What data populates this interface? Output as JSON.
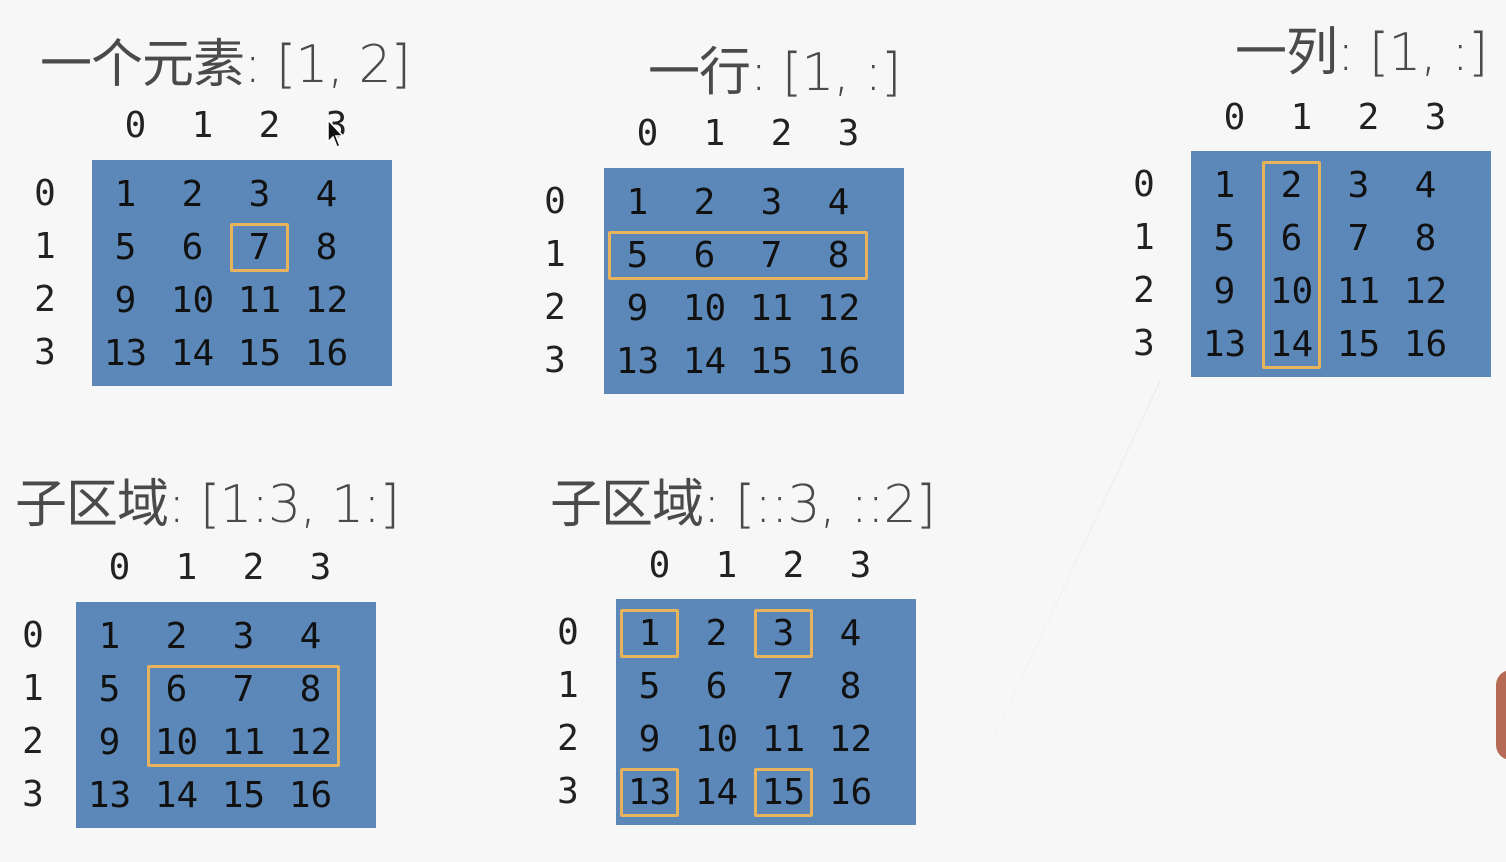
{
  "col_labels": [
    "0",
    "1",
    "2",
    "3"
  ],
  "row_labels": [
    "0",
    "1",
    "2",
    "3"
  ],
  "matrix": [
    [
      "1",
      "2",
      "3",
      "4"
    ],
    [
      "5",
      "6",
      "7",
      "8"
    ],
    [
      "9",
      "10",
      "11",
      "12"
    ],
    [
      "13",
      "14",
      "15",
      "16"
    ]
  ],
  "colors": {
    "grid_fill": "#5b88b9",
    "highlight": "#e7b35c",
    "background": "#f7f7f7"
  },
  "icons": [
    "cursor-icon"
  ],
  "panels": [
    {
      "title": "一个元素: [1, 2]",
      "highlights": [
        {
          "rows": [
            1,
            1
          ],
          "cols": [
            2,
            2
          ]
        }
      ]
    },
    {
      "title": "一行: [1, :]",
      "highlights": [
        {
          "rows": [
            1,
            1
          ],
          "cols": [
            0,
            3
          ]
        }
      ]
    },
    {
      "title": "一列: [1, :]",
      "highlights": [
        {
          "rows": [
            0,
            3
          ],
          "cols": [
            1,
            1
          ]
        }
      ]
    },
    {
      "title": "子区域: [1:3, 1:]",
      "highlights": [
        {
          "rows": [
            1,
            2
          ],
          "cols": [
            1,
            3
          ]
        }
      ]
    },
    {
      "title": "子区域: [::3, ::2]",
      "highlights": [
        {
          "rows": [
            0,
            0
          ],
          "cols": [
            0,
            0
          ]
        },
        {
          "rows": [
            0,
            0
          ],
          "cols": [
            2,
            2
          ]
        },
        {
          "rows": [
            3,
            3
          ],
          "cols": [
            0,
            0
          ]
        },
        {
          "rows": [
            3,
            3
          ],
          "cols": [
            2,
            2
          ]
        }
      ]
    }
  ]
}
